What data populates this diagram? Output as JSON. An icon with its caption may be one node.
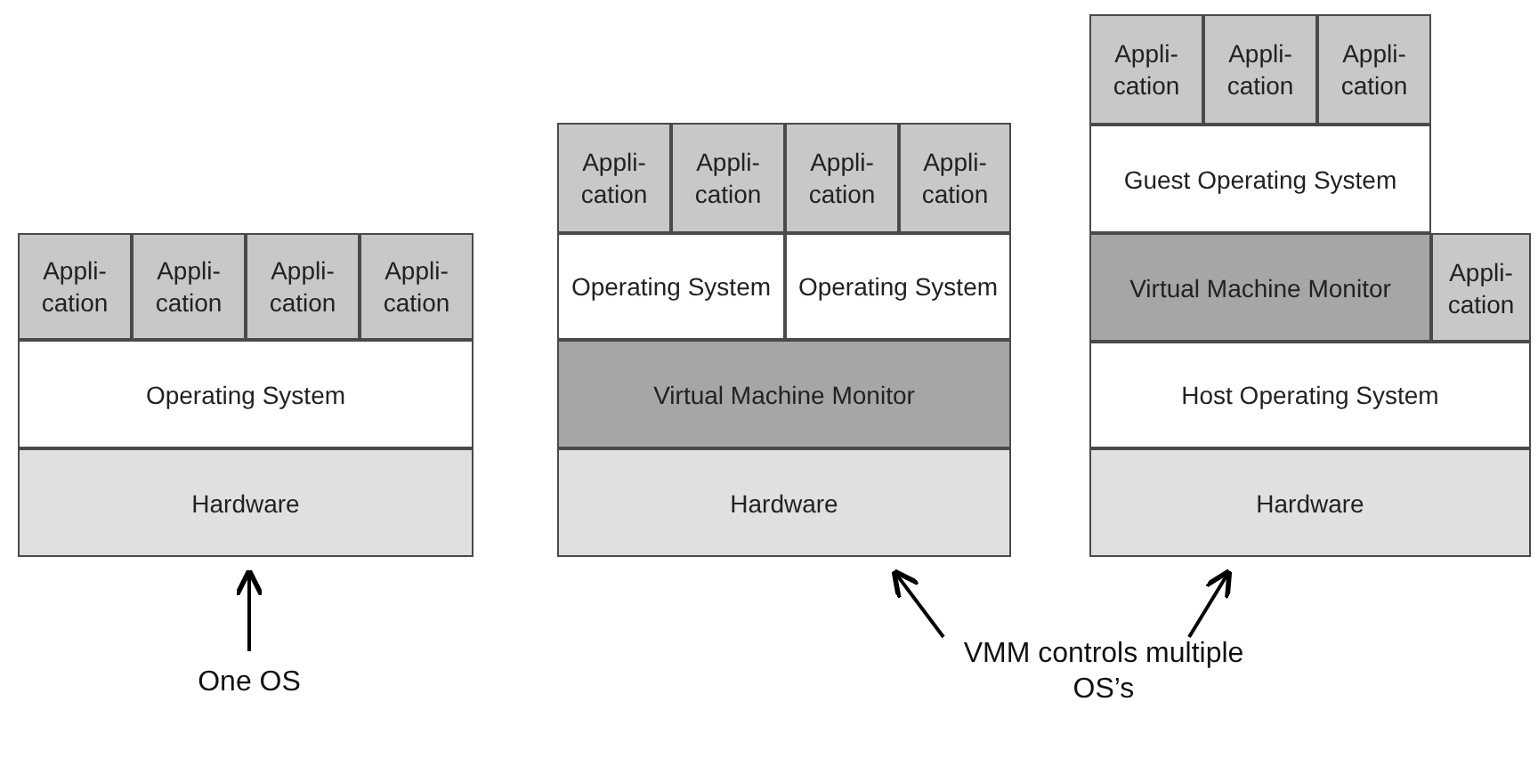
{
  "diagram": {
    "nodes": [
      {
        "text": [
          "Appli- cation"
        ]
      },
      {
        "text": [
          "Appli- cation"
        ]
      },
      {
        "text": [
          "Appli- cation"
        ]
      },
      {
        "text": [
          "Appli- cation"
        ]
      },
      {
        "text": [
          "Operating System"
        ]
      },
      {
        "text": [
          "Hardware"
        ]
      },
      {
        "text": [
          "Appli- cation"
        ]
      },
      {
        "text": [
          "Appli- cation"
        ]
      },
      {
        "text": [
          "Appli- cation"
        ]
      },
      {
        "text": [
          "Appli- cation"
        ]
      },
      {
        "text": [
          "Operating System"
        ]
      },
      {
        "text": [
          "Operating System"
        ]
      },
      {
        "text": [
          "Virtual Machine Monitor"
        ]
      },
      {
        "text": [
          "Hardware"
        ]
      },
      {
        "text": [
          "Appli- cation"
        ]
      },
      {
        "text": [
          "Appli- cation"
        ]
      },
      {
        "text": [
          "Appli- cation"
        ]
      },
      {
        "text": [
          "Guest Operating System"
        ]
      },
      {
        "text": [
          "Virtual Machine Monitor"
        ]
      },
      {
        "text": [
          "Appli- cation"
        ]
      },
      {
        "text": [
          "Host Operating System"
        ]
      },
      {
        "text": [
          "Hardware"
        ]
      },
      {
        "text": [
          "One OS"
        ]
      },
      {
        "text": [
          "VMM controls multiple OS’s"
        ]
      }
    ],
    "edges": [
      {
        "from": 22,
        "to": 5,
        "arrow": "to"
      },
      {
        "from": 23,
        "to": 13,
        "arrow": "to"
      },
      {
        "from": 23,
        "to": 21,
        "arrow": "to"
      }
    ]
  }
}
